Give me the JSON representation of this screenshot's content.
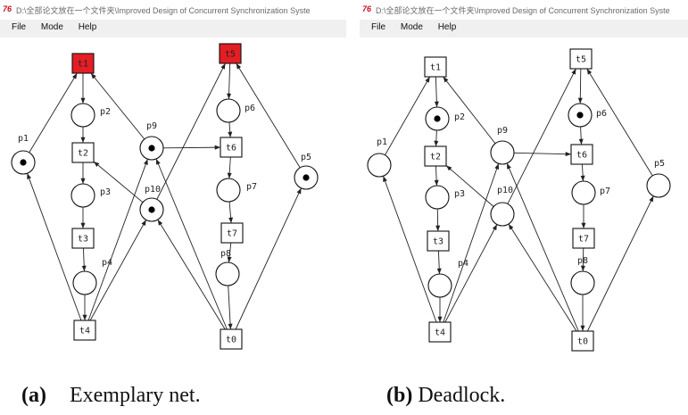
{
  "colors": {
    "enabled_transition": "#e31e24",
    "token": "#000000",
    "arc": "#222222"
  },
  "panel_a": {
    "app_icon": "76",
    "title": "D:\\全部论文放在一个文件夹\\Improved Design of Concurrent Synchronization Syste",
    "menu": [
      "File",
      "Mode",
      "Help"
    ],
    "places": [
      {
        "name": "p1",
        "tokens": 1
      },
      {
        "name": "p2",
        "tokens": 0
      },
      {
        "name": "p3",
        "tokens": 0
      },
      {
        "name": "p4",
        "tokens": 0
      },
      {
        "name": "p5",
        "tokens": 1
      },
      {
        "name": "p6",
        "tokens": 0
      },
      {
        "name": "p7",
        "tokens": 0
      },
      {
        "name": "p8",
        "tokens": 0
      },
      {
        "name": "p9",
        "tokens": 1
      },
      {
        "name": "p10",
        "tokens": 1
      }
    ],
    "transitions": [
      {
        "name": "t1",
        "enabled": true
      },
      {
        "name": "t2",
        "enabled": false
      },
      {
        "name": "t3",
        "enabled": false
      },
      {
        "name": "t4",
        "enabled": false
      },
      {
        "name": "t5",
        "enabled": true
      },
      {
        "name": "t6",
        "enabled": false
      },
      {
        "name": "t7",
        "enabled": false
      },
      {
        "name": "t0",
        "enabled": false
      }
    ]
  },
  "panel_b": {
    "app_icon": "76",
    "title": "D:\\全部论文放在一个文件夹\\Improved Design of Concurrent Synchronization Syste",
    "menu": [
      "File",
      "Mode",
      "Help"
    ],
    "places": [
      {
        "name": "p1",
        "tokens": 0
      },
      {
        "name": "p2",
        "tokens": 1
      },
      {
        "name": "p3",
        "tokens": 0
      },
      {
        "name": "p4",
        "tokens": 0
      },
      {
        "name": "p5",
        "tokens": 0
      },
      {
        "name": "p6",
        "tokens": 1
      },
      {
        "name": "p7",
        "tokens": 0
      },
      {
        "name": "p8",
        "tokens": 0
      },
      {
        "name": "p9",
        "tokens": 0
      },
      {
        "name": "p10",
        "tokens": 0
      }
    ],
    "transitions": [
      {
        "name": "t1",
        "enabled": false
      },
      {
        "name": "t2",
        "enabled": false
      },
      {
        "name": "t3",
        "enabled": false
      },
      {
        "name": "t4",
        "enabled": false
      },
      {
        "name": "t5",
        "enabled": false
      },
      {
        "name": "t6",
        "enabled": false
      },
      {
        "name": "t7",
        "enabled": false
      },
      {
        "name": "t0",
        "enabled": false
      }
    ]
  },
  "captions": {
    "a_label": "(a)",
    "a_text": "Exemplary net.",
    "b_label": "(b)",
    "b_text": "Deadlock."
  }
}
